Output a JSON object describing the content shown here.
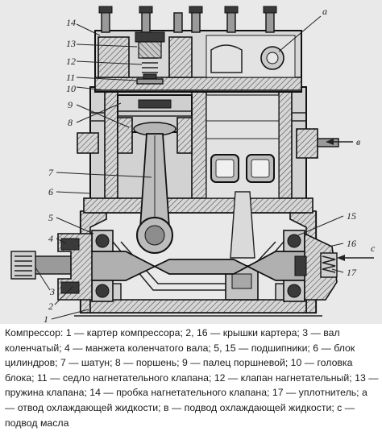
{
  "figure": {
    "part_labels": [
      "14",
      "13",
      "12",
      "11",
      "10",
      "9",
      "8",
      "7",
      "6",
      "5",
      "4",
      "3",
      "2",
      "1",
      "15",
      "16",
      "17"
    ],
    "port_labels": {
      "a": "а",
      "v": "в",
      "s": "с"
    }
  },
  "caption": {
    "text": "Компрессор: 1 — картер компрессора; 2, 16 — крышки картера; 3 — вал коленчатый; 4 — манжета коленчатого вала; 5, 15 — подшипники; 6 — блок цилиндров; 7 — шатун; 8 — поршень; 9 — палец поршневой; 10 — головка блока; 11 — седло нагнетательного клапана; 12 — клапан нагнетательный; 13 — пружина клапана; 14 — пробка нагнетательного клапана; 17 — уплотнитель; а — отвод охлаждающей жидкости; в — подвод охлаждающей жидкости; с — подвод масла"
  }
}
